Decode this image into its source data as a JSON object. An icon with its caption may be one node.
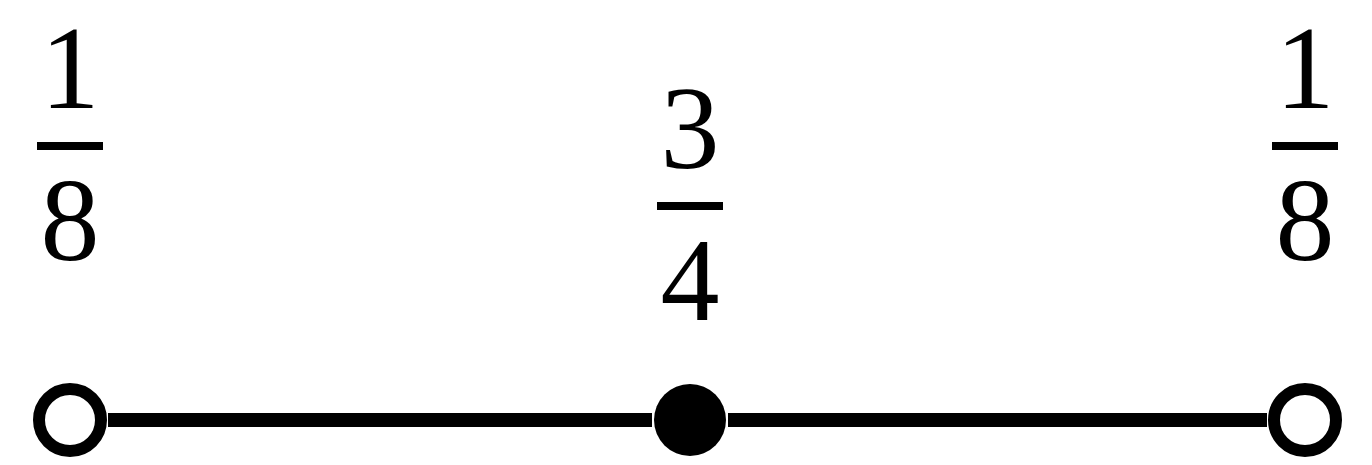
{
  "diagram": {
    "nodes": [
      {
        "text": [],
        "shape": "circle",
        "beside": [
          "1",
          "8"
        ]
      },
      {
        "text": [],
        "shape": "dot",
        "beside": [
          "3",
          "4"
        ]
      },
      {
        "text": [],
        "shape": "circle",
        "beside": [
          "1",
          "8"
        ]
      }
    ],
    "edges": [
      {
        "from": 0,
        "to": 1,
        "arrow": "none"
      },
      {
        "from": 1,
        "to": 2,
        "arrow": "none"
      }
    ]
  }
}
